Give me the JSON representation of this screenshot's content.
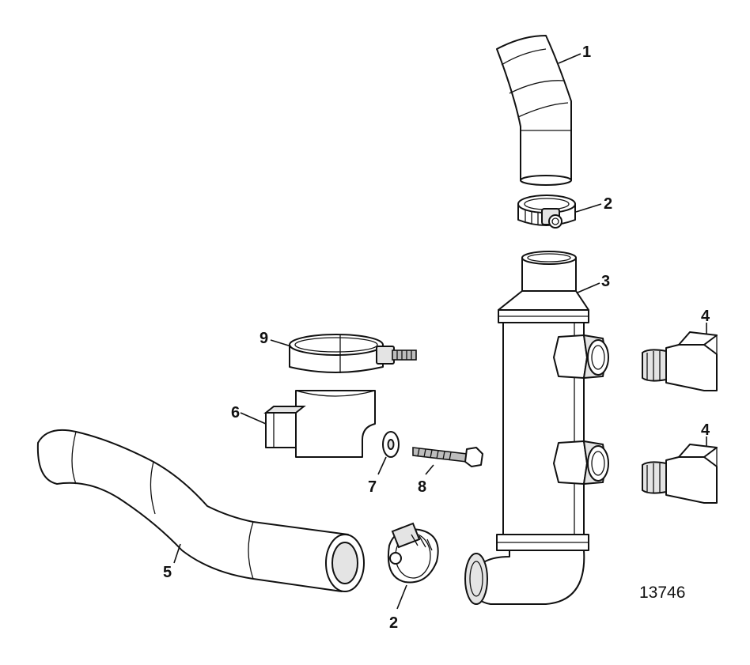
{
  "figure_number": "13746",
  "callouts": {
    "c1": "1",
    "c2_top": "2",
    "c3": "3",
    "c4_top": "4",
    "c4_bottom": "4",
    "c5": "5",
    "c6": "6",
    "c7": "7",
    "c8": "8",
    "c9": "9",
    "c2_bottom": "2"
  }
}
